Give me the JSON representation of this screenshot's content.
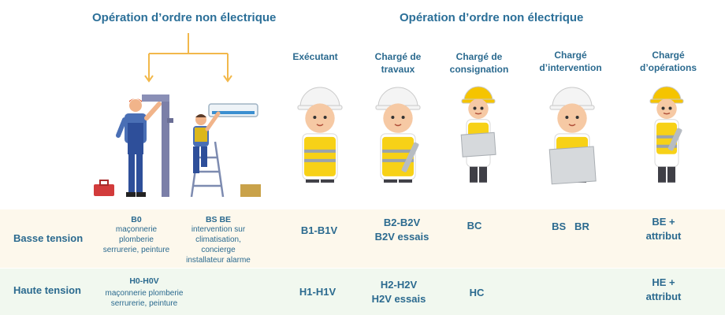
{
  "headers": {
    "left_title": "Opération d’ordre non électrique",
    "right_title": "Opération d’ordre non électrique"
  },
  "roles": [
    {
      "line1": "Exécutant",
      "line2": ""
    },
    {
      "line1": "Chargé de",
      "line2": "travaux"
    },
    {
      "line1": "Chargé de",
      "line2": "consignation"
    },
    {
      "line1": "Chargé",
      "line2": "d’intervention"
    },
    {
      "line1": "Chargé",
      "line2": "d’opérations"
    }
  ],
  "rows": {
    "bt_label": "Basse tension",
    "ht_label": "Haute tension"
  },
  "non_electric": {
    "b0_code": "B0",
    "b0_desc": [
      "maçonnerie",
      "plomberie",
      "serrurerie, peinture"
    ],
    "bsbe_code": "BS BE",
    "bsbe_desc": [
      "intervention sur",
      "climatisation,",
      "concierge",
      "installateur alarme"
    ],
    "h0_code": "H0-H0V",
    "h0_desc": [
      "maçonnerie plomberie",
      "serrurerie, peinture"
    ]
  },
  "bt_values": [
    [
      "B1-B1V"
    ],
    [
      "B2-B2V",
      "B2V essais"
    ],
    [
      "BC"
    ],
    [
      "BS   BR"
    ],
    [
      "BE +",
      "attribut"
    ]
  ],
  "ht_values": [
    [
      "H1-H1V"
    ],
    [
      "H2-H2V",
      "H2V essais"
    ],
    [
      "HC"
    ],
    [
      ""
    ],
    [
      "HE +",
      "attribut"
    ]
  ],
  "colors": {
    "title_blue": "#2b6f98",
    "bracket_orange": "#f2b84b",
    "band_bt": "#fdf8ec",
    "band_ht": "#f1f8ef",
    "vest_yellow": "#f7d117",
    "helmet_white": "#f4f4f4",
    "helmet_yellow": "#f5c400"
  },
  "icons": [
    "plumber-illustration",
    "ac-technician-illustration",
    "worker-avatar"
  ]
}
